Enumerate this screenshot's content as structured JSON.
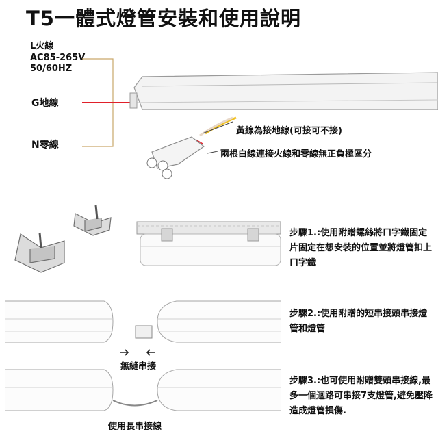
{
  "title": "T5一體式燈管安裝和使用說明",
  "spec": {
    "live_wire": "L火線",
    "voltage": "AC85-265V",
    "frequency": "50/60HZ"
  },
  "wires": {
    "ground": "G地線",
    "neutral": "N零線"
  },
  "notes": {
    "yellow_wire": "黃線為接地線(可接可不接)",
    "white_wires": "兩根白線連接火線和零線無正負極區分"
  },
  "steps": [
    "步驟1.:使用附贈螺絲將ㄇ字鐵固定片固定在想安裝的位置並將燈管扣上ㄇ字鐵",
    "步驟2.:使用附贈的短串接頭串接燈管和燈管",
    "步驟3.:也可使用附贈雙頭串接線,最多一個迴路可串接7支燈管,避免壓降造成燈管損傷."
  ],
  "captions": {
    "seamless": "無縫串接",
    "long_cable": "使用長串接線"
  },
  "colors": {
    "red_wire": "#e0202a",
    "yellow_wire": "#f0c020",
    "bracket_line": "#c9a86a",
    "tube_outline": "#9a9a9a"
  }
}
